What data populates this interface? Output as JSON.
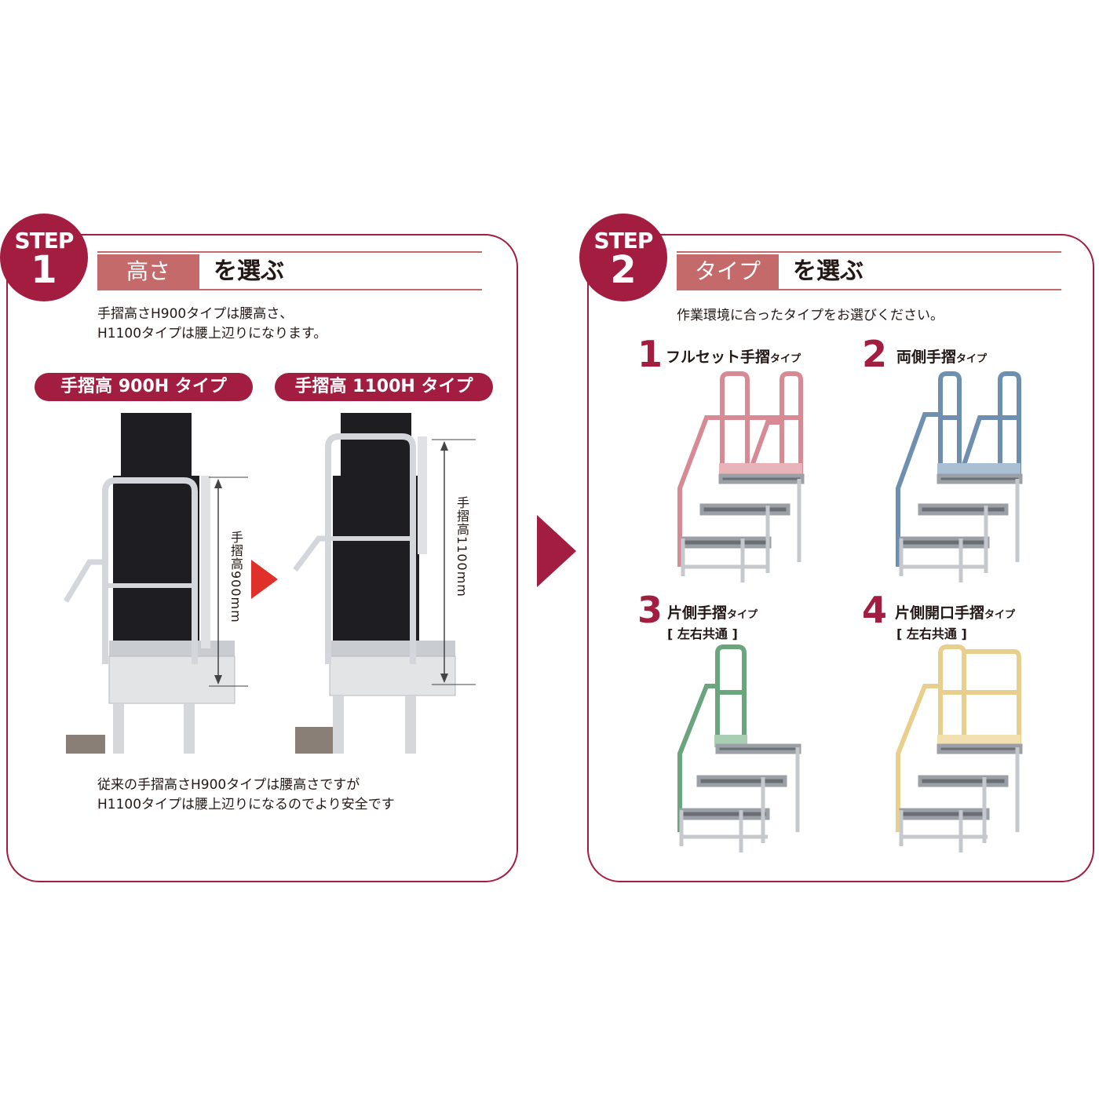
{
  "colors": {
    "brand": "#a21d3f",
    "heading_tag": "#c46a6a",
    "pink": "#d88a94",
    "blue": "#6f8fb0",
    "green": "#6aa57e",
    "yellow": "#e8cf8e"
  },
  "step1": {
    "badge_word": "STEP",
    "badge_num": "1",
    "heading_tag": "高さ",
    "heading_text": "を選ぶ",
    "description": "手摺高さH900タイプは腰高さ、\nH1100タイプは腰上辺りになります。",
    "type_900": "手摺高 900H タイプ",
    "type_1100": "手摺高 1100H タイプ",
    "dim_900": "手摺高900mm",
    "dim_1100": "手摺高1100mm",
    "note": "従来の手摺高さH900タイプは腰高さですが\nH1100タイプは腰上辺りになるのでより安全です"
  },
  "step2": {
    "badge_word": "STEP",
    "badge_num": "2",
    "heading_tag": "タイプ",
    "heading_text": "を選ぶ",
    "description": "作業環境に合ったタイプをお選びください。",
    "types": [
      {
        "num": "1",
        "name": "フルセット手摺",
        "suffix": "タイプ",
        "note": ""
      },
      {
        "num": "2",
        "name": "両側手摺",
        "suffix": "タイプ",
        "note": ""
      },
      {
        "num": "3",
        "name": "片側手摺",
        "suffix": "タイプ",
        "note": "[ 左右共通 ]"
      },
      {
        "num": "4",
        "name": "片側開口手摺",
        "suffix": "タイプ",
        "note": "[ 左右共通 ]"
      }
    ]
  }
}
